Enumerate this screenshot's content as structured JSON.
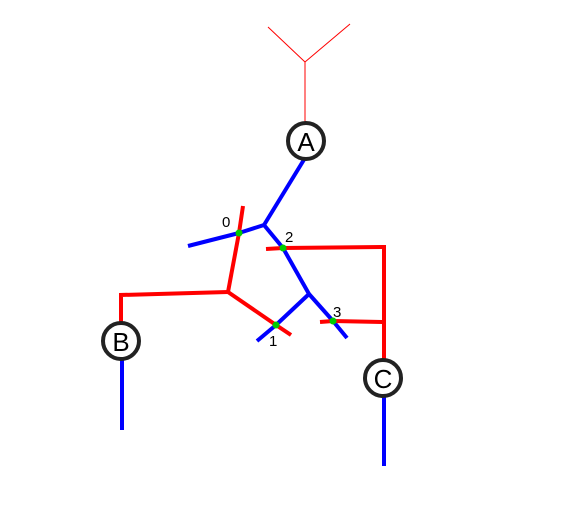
{
  "colors": {
    "red": "#ff0000",
    "blue": "#0000ff",
    "green": "#00cc00",
    "node_ring": "#222222",
    "background": "#ffffff"
  },
  "nodes": {
    "a": {
      "label": "A"
    },
    "b": {
      "label": "B"
    },
    "c": {
      "label": "C"
    }
  },
  "junctions": [
    {
      "label": "0"
    },
    {
      "label": "1"
    },
    {
      "label": "2"
    },
    {
      "label": "3"
    }
  ]
}
